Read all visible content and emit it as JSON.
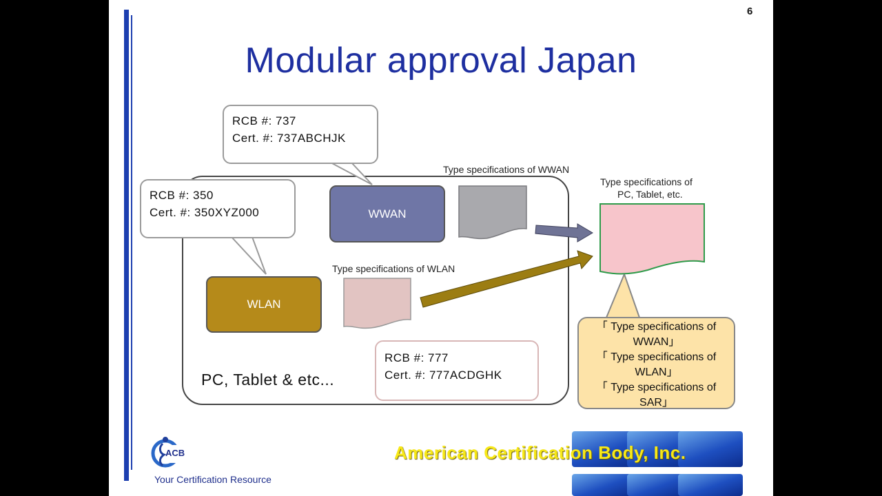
{
  "slide": {
    "page_number": "6",
    "title": "Modular approval Japan"
  },
  "callouts": {
    "wwan_cert": {
      "line1": "RCB #: 737",
      "line2": "Cert. #: 737ABCHJK"
    },
    "wlan_cert": {
      "line1": "RCB #: 350",
      "line2": "Cert. #: 350XYZ000"
    },
    "host_cert": {
      "line1": "RCB #: 777",
      "line2": "Cert. #: 777ACDGHK"
    }
  },
  "modules": {
    "wwan": "WWAN",
    "wlan": "WLAN"
  },
  "labels": {
    "type_spec_wwan": "Type specifications of WWAN",
    "type_spec_wlan": "Type specifications of WLAN",
    "type_spec_host_line1": "Type specifications of",
    "type_spec_host_line2": "PC, Tablet, etc.",
    "host_container": "PC, Tablet & etc..."
  },
  "host_spec_callout": {
    "line1": "「 Type specifications of",
    "line2": "WWAN」",
    "line3": "「 Type specifications of",
    "line4": "WLAN」",
    "line5": "「 Type specifications of",
    "line6": "SAR」"
  },
  "footer": {
    "logo_text": "ACB",
    "tagline": "Your Certification Resource",
    "company": "American Certification Body, Inc."
  },
  "colors": {
    "title": "#1e2fa0",
    "wwan_module": "#6f76a6",
    "wlan_module": "#b58a1a",
    "wwan_doc": "#a9a9ad",
    "wlan_doc": "#e2c4c2",
    "host_doc": "#f7c5cb",
    "host_doc_border": "#2e9b4a",
    "sar_callout": "#fde3a8",
    "company_text": "#f7e817"
  }
}
